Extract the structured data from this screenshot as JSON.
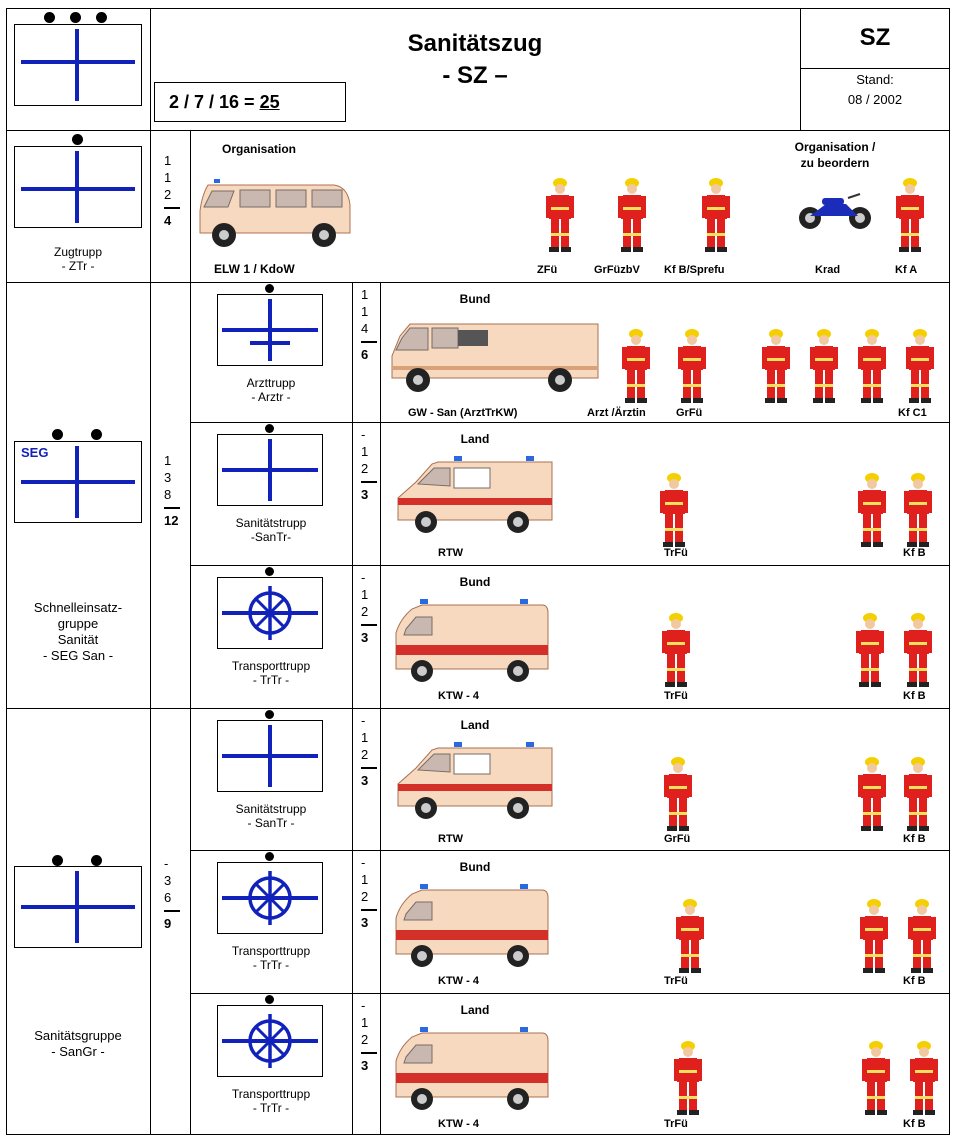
{
  "header": {
    "title_line1": "Sanitätszug",
    "title_line2": "- SZ –",
    "abbrev": "SZ",
    "stand_label": "Stand:",
    "stand_date": "08 / 2002",
    "strength_prefix": "2 / 7 / 16 = ",
    "strength_total": "25"
  },
  "colors": {
    "symbol_blue": "#1122bb",
    "helper_red": "#e0201c",
    "vehicle_body": "#f7d9bf",
    "vehicle_stripe": "#d4302a",
    "helmet_yellow": "#f4d000",
    "lamp_blue": "#2a6ae0"
  },
  "zugtrupp": {
    "name_line1": "Zugtrupp",
    "name_line2": "- ZTr -",
    "strength": [
      "1",
      "1",
      "2",
      "4"
    ],
    "org_label": "Organisation",
    "org_label2_line1": "Organisation /",
    "org_label2_line2": "zu beordern",
    "vehicle_label": "ELW 1 / KdoW",
    "person_labels": [
      "ZFü",
      "GrFüzbV",
      "Kf B/Sprefu",
      "Krad",
      "Kf A"
    ]
  },
  "seg": {
    "badge": "SEG",
    "name_line1": "Schnelleinsatz-",
    "name_line2": "gruppe",
    "name_line3": "Sanität",
    "name_line4": "- SEG San -",
    "strength": [
      "1",
      "3",
      "8",
      "12"
    ],
    "units": [
      {
        "name_line1": "Arzttrupp",
        "name_line2": "- Arztr -",
        "strength": [
          "1",
          "1",
          "4",
          "6"
        ],
        "org": "Bund",
        "vehicle_label": "GW - San (ArztTrKW)",
        "label_a": "Arzt /Ärztin",
        "label_b": "GrFü",
        "label_c": "Kf C1"
      },
      {
        "name_line1": "Sanitätstrupp",
        "name_line2": "-SanTr-",
        "strength": [
          "-",
          "1",
          "2",
          "3"
        ],
        "org": "Land",
        "vehicle_label": "RTW",
        "label_a": "TrFü",
        "label_c": "Kf B"
      },
      {
        "name_line1": "Transporttrupp",
        "name_line2": "- TrTr -",
        "strength": [
          "-",
          "1",
          "2",
          "3"
        ],
        "org": "Bund",
        "vehicle_label": "KTW - 4",
        "label_a": "TrFü",
        "label_c": "Kf B"
      }
    ]
  },
  "sangr": {
    "name_line1": "Sanitätsgruppe",
    "name_line2": "- SanGr -",
    "strength": [
      "-",
      "3",
      "6",
      "9"
    ],
    "units": [
      {
        "name_line1": "Sanitätstrupp",
        "name_line2": "- SanTr -",
        "strength": [
          "-",
          "1",
          "2",
          "3"
        ],
        "org": "Land",
        "vehicle_label": "RTW",
        "label_a": "GrFü",
        "label_c": "Kf B"
      },
      {
        "name_line1": "Transporttrupp",
        "name_line2": "- TrTr -",
        "strength": [
          "-",
          "1",
          "2",
          "3"
        ],
        "org": "Bund",
        "vehicle_label": "KTW - 4",
        "label_a": "TrFü",
        "label_c": "Kf B"
      },
      {
        "name_line1": "Transporttrupp",
        "name_line2": "- TrTr -",
        "strength": [
          "-",
          "1",
          "2",
          "3"
        ],
        "org": "Land",
        "vehicle_label": "KTW - 4",
        "label_a": "TrFü",
        "label_c": "Kf B"
      }
    ]
  }
}
